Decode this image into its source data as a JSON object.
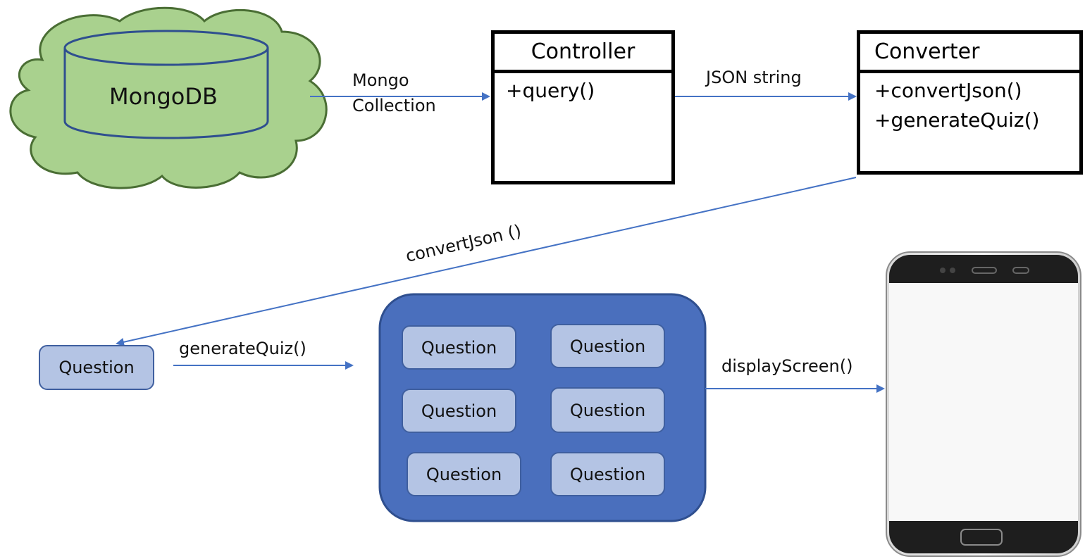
{
  "database": {
    "label": "MongoDB"
  },
  "edges": {
    "db_to_controller": [
      "Mongo",
      "Collection"
    ],
    "controller_to_converter": "JSON string",
    "converter_to_question": "convertJson ()",
    "question_to_quiz": "generateQuiz()",
    "quiz_to_phone": "displayScreen()"
  },
  "controller": {
    "title": "Controller",
    "methods": [
      "+query()"
    ]
  },
  "converter": {
    "title": "Converter",
    "methods": [
      "+convertJson()",
      "+generateQuiz()"
    ]
  },
  "question": {
    "label": "Question"
  },
  "quiz": {
    "questions": [
      "Question",
      "Question",
      "Question",
      "Question",
      "Question",
      "Question"
    ]
  },
  "colors": {
    "cloud_fill": "#a9d18e",
    "cloud_stroke": "#4a6e34",
    "quiz_fill": "#4a6fbd",
    "question_fill": "#b4c4e4",
    "arrow": "#4472c4"
  },
  "icons": {
    "phone": "smartphone-icon"
  }
}
